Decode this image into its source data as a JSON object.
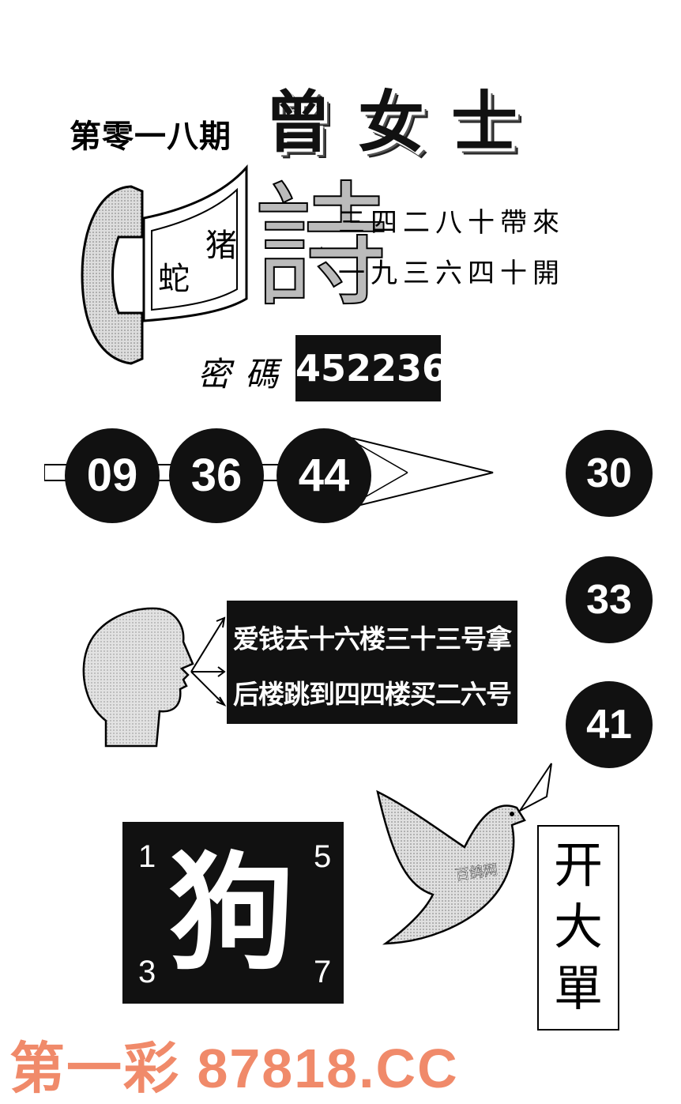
{
  "issue": "第零一八期",
  "title": "曾女士",
  "poem": {
    "big_char": "詩",
    "lines": [
      "三四二八十帶來",
      "一九三六四十開"
    ],
    "card_chars": [
      "猪",
      "蛇"
    ]
  },
  "password": {
    "label": "密碼",
    "value": "452236"
  },
  "balls_row": [
    "09",
    "36",
    "44"
  ],
  "balls_column": [
    "30",
    "33",
    "41"
  ],
  "message": {
    "line1": "爱钱去十六楼三十三号拿",
    "line2": "后楼跳到四四楼买二六号"
  },
  "dog_panel": {
    "char": "狗",
    "numbers": [
      "1",
      "5",
      "3",
      "7"
    ]
  },
  "open_panel": [
    "开",
    "大",
    "單"
  ],
  "dove_text": "百鸽网",
  "footer": "第一彩 87818.CC",
  "colors": {
    "footer": "#f08a6a",
    "dark": "#111111"
  }
}
